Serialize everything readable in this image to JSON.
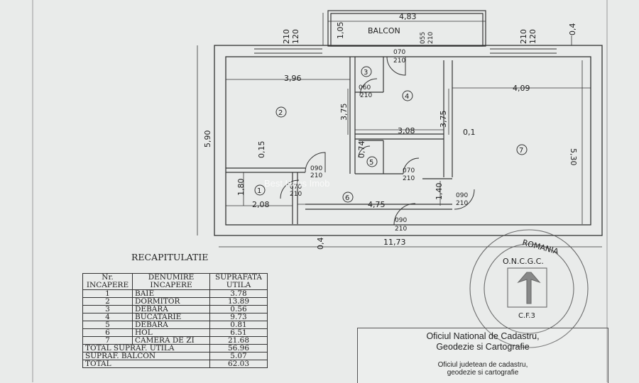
{
  "plan": {
    "balcony_label": "BALCON",
    "dims": {
      "balcony_width": "4,83",
      "balcony_depth": "1,05",
      "total_depth": "5,90",
      "room2_width": "3,96",
      "room2_depth": "3,75",
      "kitchen_width": "3,08",
      "kitchen_depth": "3,75",
      "wall_thickness": "0,1",
      "room7_width": "4,09",
      "room7_depth": "5,30",
      "wall_015": "0,15",
      "room1_depth": "1,80",
      "room1_width": "2,08",
      "hall_width": "4,75",
      "hall_depth": "1,40",
      "wall_04_bottom": "0,4",
      "wall_04_top": "0,4",
      "total_width": "11,73",
      "pantry_width": "0,74",
      "window_h210": "210",
      "window_w120": "120",
      "door_055": "055",
      "door_210": "210"
    },
    "doors": [
      {
        "w": "070",
        "h": "210"
      },
      {
        "w": "060",
        "h": "210"
      },
      {
        "w": "090",
        "h": "210"
      },
      {
        "w": "070",
        "h": "210"
      },
      {
        "w": "070",
        "h": "210"
      },
      {
        "w": "090",
        "h": "210"
      },
      {
        "w": "090",
        "h": "210"
      }
    ],
    "room_numbers": {
      "1": "1",
      "2": "2",
      "3": "3",
      "4": "4",
      "5": "5",
      "6": "6",
      "7": "7"
    }
  },
  "watermark": "Best Haus Imob",
  "stamp": {
    "country": "ROMANIA",
    "code": "O.N.C.G.C.",
    "sub": "C.F.3"
  },
  "recap": {
    "title": "RECAPITULATIE",
    "headers": [
      {
        "a": "Nr.",
        "b": "INCAPERE"
      },
      {
        "a": "DENUMIRE",
        "b": "INCAPERE"
      },
      {
        "a": "SUPRAFATA",
        "b": "UTILA"
      }
    ],
    "rows": [
      {
        "nr": "1",
        "name": "BAIE",
        "area": "3.78"
      },
      {
        "nr": "2",
        "name": "DORMITOR",
        "area": "13.89"
      },
      {
        "nr": "3",
        "name": "DEBARA",
        "area": "0.56"
      },
      {
        "nr": "4",
        "name": "BUCATARIE",
        "area": "9.73"
      },
      {
        "nr": "5",
        "name": "DEBARA",
        "area": "0.81"
      },
      {
        "nr": "6",
        "name": "HOL",
        "area": "6.51"
      },
      {
        "nr": "7",
        "name": "CAMERA DE ZI",
        "area": "21.68"
      }
    ],
    "totals": [
      {
        "label": "TOTAL SUPRAF. UTILA",
        "value": "56.96"
      },
      {
        "label": "SUPRAF. BALCON",
        "value": "5.07"
      },
      {
        "label": "TOTAL",
        "value": "62.03"
      }
    ]
  },
  "office": {
    "line1": "Oficiul National de Cadastru,",
    "line2": "Geodezie si Cartografie",
    "line3": "Oficiul judetean de cadastru,",
    "line4": "geodezie si cartografie"
  }
}
